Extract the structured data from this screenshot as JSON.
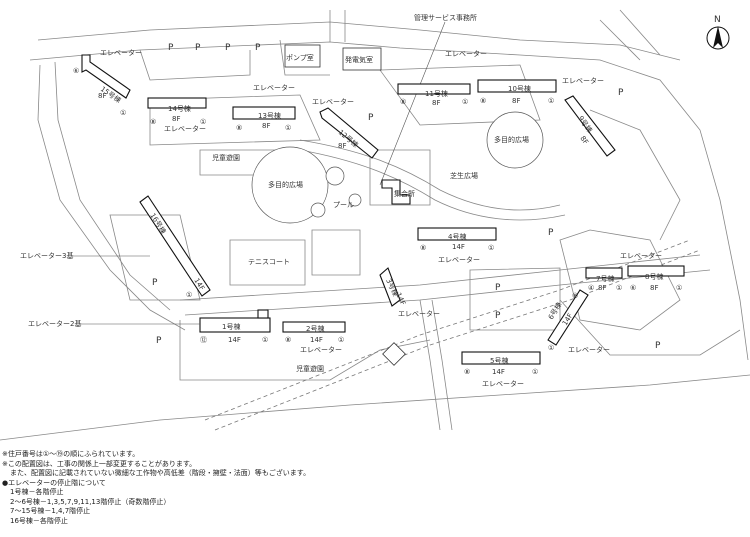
{
  "map": {
    "north": "N",
    "facilities": {
      "management_office": "管理サービス事務所",
      "pump_room": "ポンプ室",
      "generator_room": "発電気室",
      "playground": "児童遊園",
      "multipurpose_plaza": "多目的広場",
      "pool": "プール",
      "meeting_hall": "集会所",
      "lawn_plaza": "芝生広場",
      "tennis_court": "テニスコート",
      "playground_small": "児童遊園"
    },
    "parking": "P",
    "elevator": "エレベーター",
    "elevator_3": "エレベーター3基",
    "elevator_2": "エレベーター2基",
    "buildings": [
      {
        "name": "1号棟",
        "floors": "14F"
      },
      {
        "name": "2号棟",
        "floors": "14F"
      },
      {
        "name": "3号棟",
        "floors": "14F"
      },
      {
        "name": "4号棟",
        "floors": "14F"
      },
      {
        "name": "5号棟",
        "floors": "14F"
      },
      {
        "name": "6号棟",
        "floors": "14F"
      },
      {
        "name": "7号棟",
        "floors": "8F"
      },
      {
        "name": "8号棟",
        "floors": "8F"
      },
      {
        "name": "9号棟",
        "floors": "8F"
      },
      {
        "name": "10号棟",
        "floors": "8F"
      },
      {
        "name": "11号棟",
        "floors": "8F"
      },
      {
        "name": "12号棟",
        "floors": "8F"
      },
      {
        "name": "13号棟",
        "floors": "8F"
      },
      {
        "name": "14号棟",
        "floors": "8F"
      },
      {
        "name": "15号棟",
        "floors": "8F"
      },
      {
        "name": "16号棟",
        "floors": "14F"
      }
    ],
    "unit_marks": {
      "m1": "①",
      "m4": "④",
      "m6": "⑥",
      "m8": "⑧",
      "m12": "⑫",
      "m13": "⑬"
    }
  },
  "notes": {
    "n1": "※住戸番号は①～⑲の順にふられています。",
    "n2": "※この配置図は、工事の関係上一部変更することがあります。",
    "n3": "また、配置図に記載されていない微細な工作物や高低差（階段・擁壁・法面）等もございます。",
    "n4": "●エレベーターの停止階について",
    "n5": "1号棟－各階停止",
    "n6": "2～6号棟－1,3,5,7,9,11,13階停止（奇数階停止）",
    "n7": "7～15号棟－1,4,7階停止",
    "n8": "16号棟－各階停止"
  }
}
